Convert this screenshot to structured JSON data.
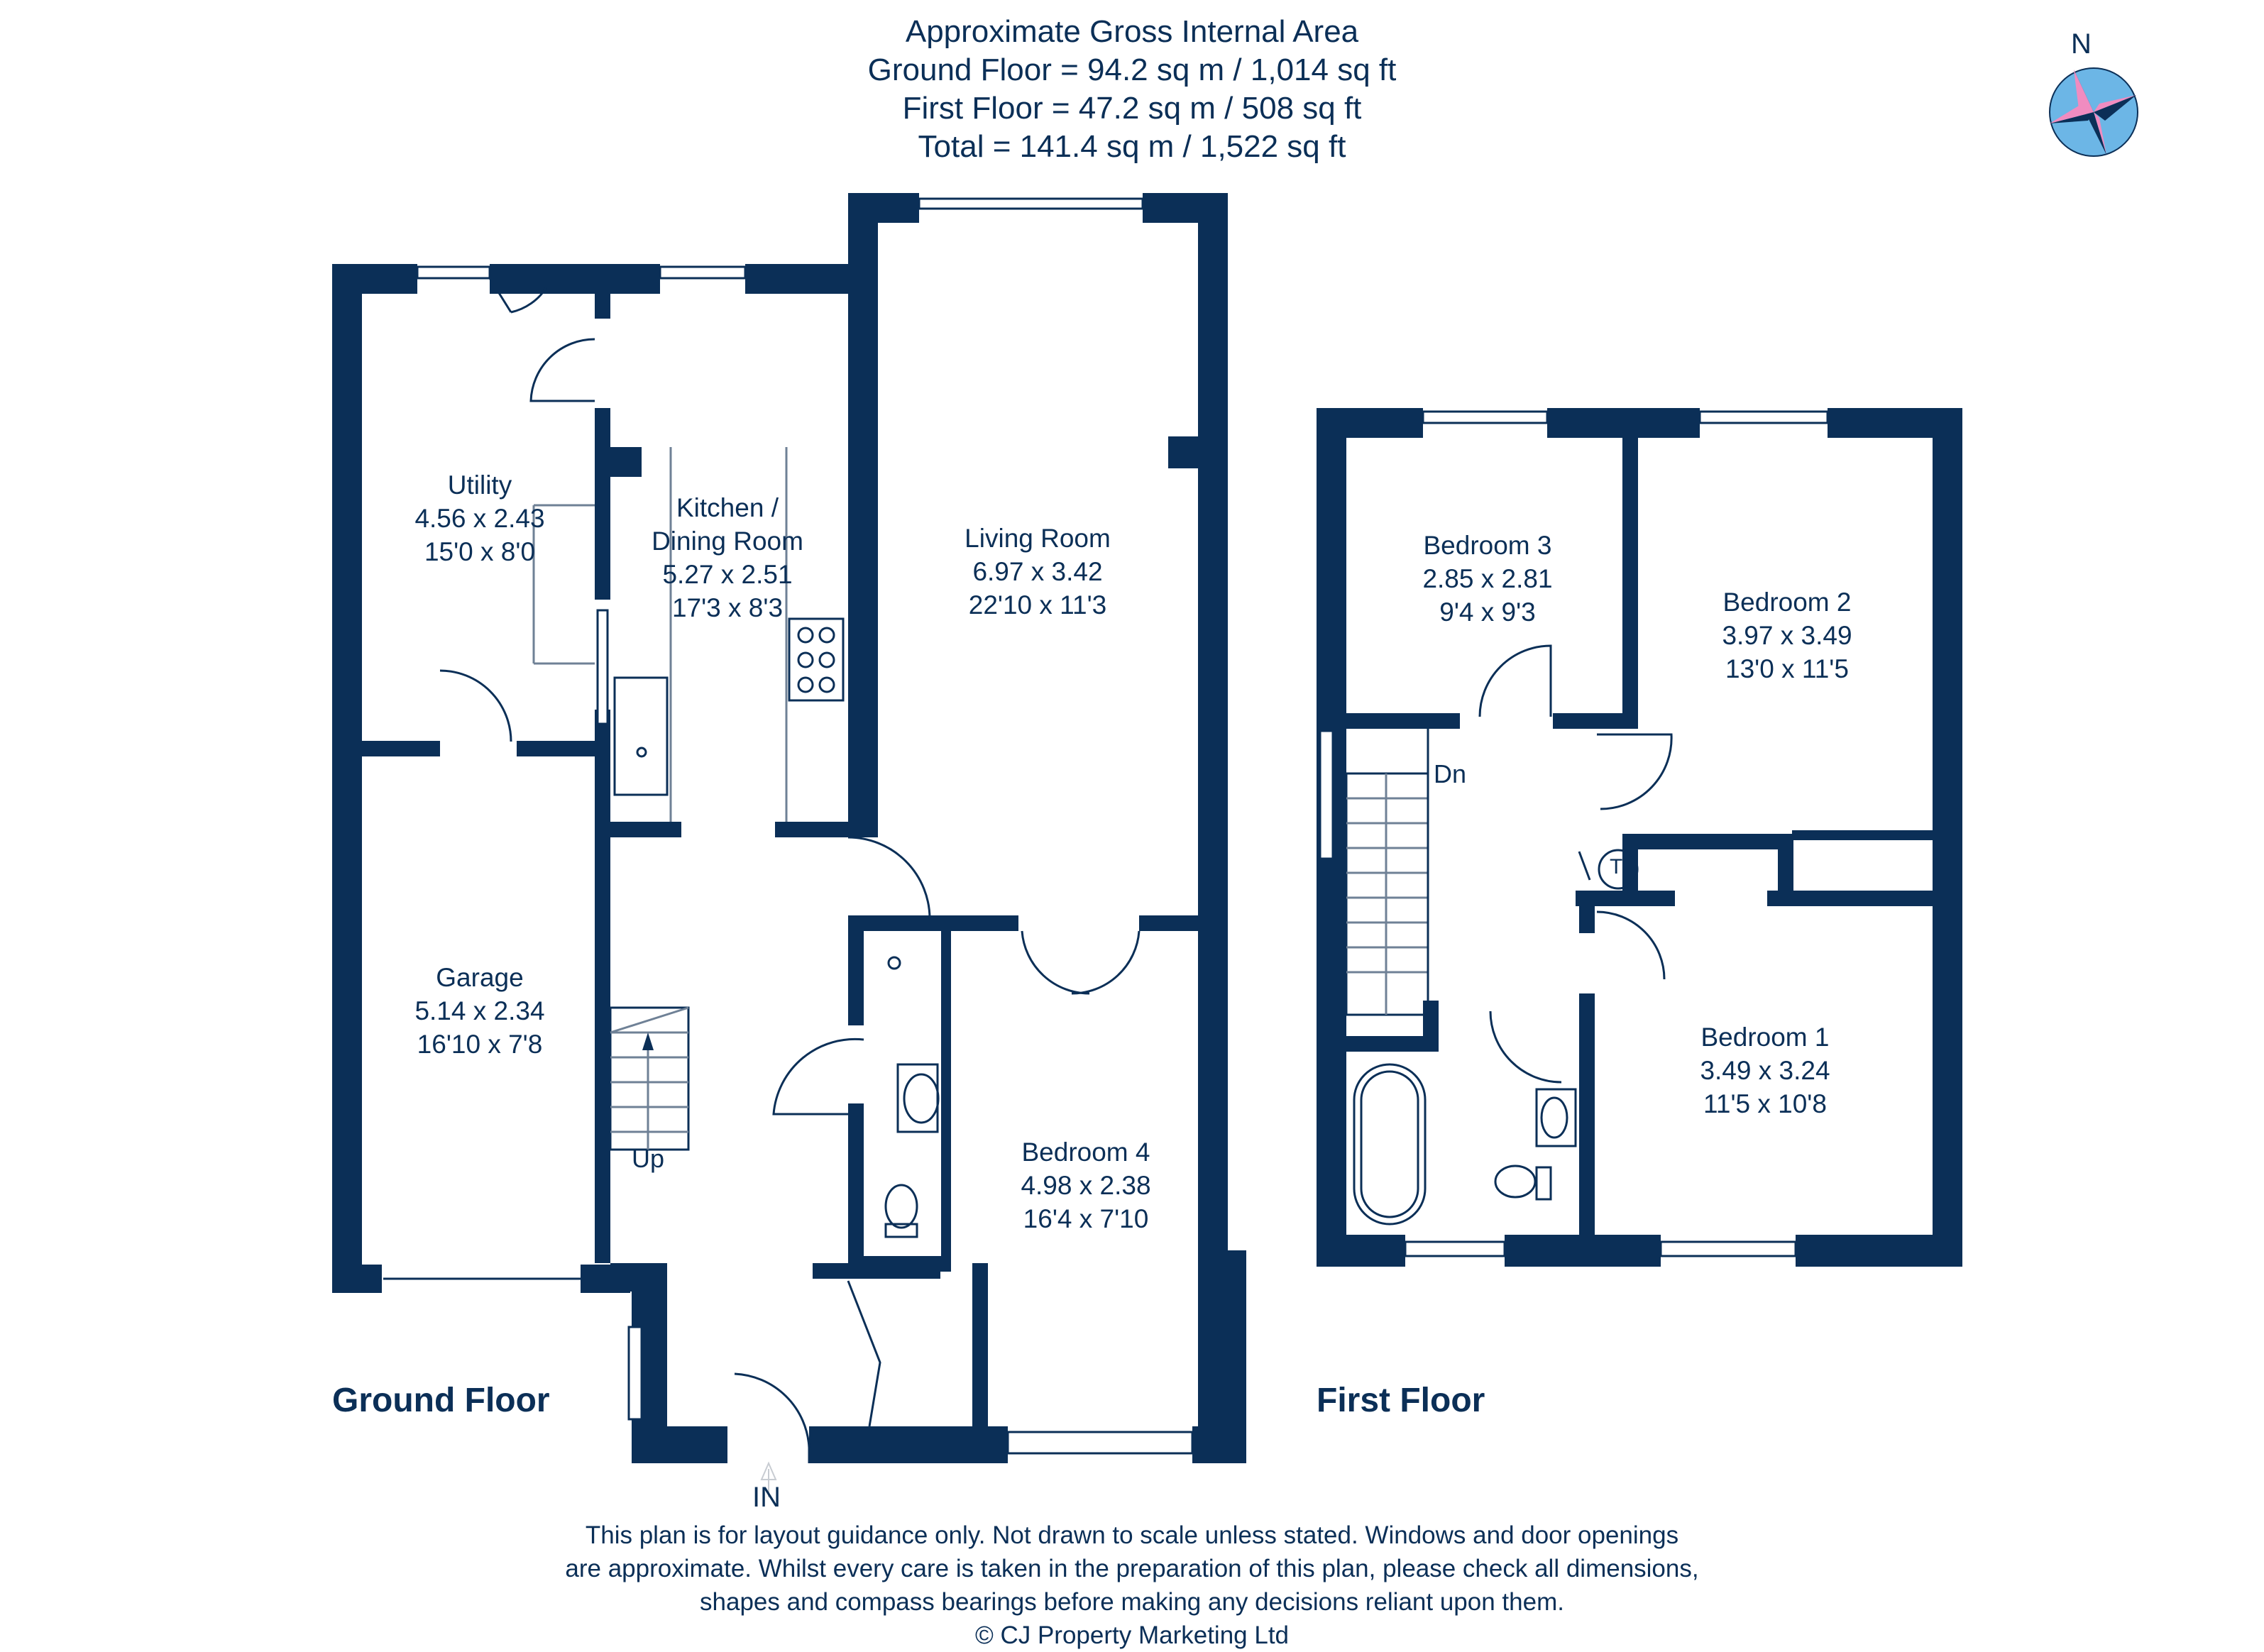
{
  "header": {
    "title": "Approximate Gross Internal Area",
    "ground_floor_area": "Ground Floor = 94.2 sq m / 1,014 sq ft",
    "first_floor_area": "First Floor = 47.2 sq m / 508 sq ft",
    "total_area": "Total = 141.4 sq m / 1,522 sq ft"
  },
  "compass": {
    "north_label": "N",
    "icon": "compass-rose-icon",
    "colors": {
      "circle": "#6cb6e6",
      "dark": "#0b2f57",
      "pink": "#f08cc0"
    }
  },
  "floors": {
    "ground": {
      "label": "Ground Floor",
      "rooms": [
        {
          "name": "Utility",
          "metric": "4.56 x 2.43",
          "imperial": "15'0 x 8'0"
        },
        {
          "name": "Kitchen /",
          "name2": "Dining Room",
          "metric": "5.27 x 2.51",
          "imperial": "17'3 x 8'3"
        },
        {
          "name": "Living Room",
          "metric": "6.97 x 3.42",
          "imperial": "22'10 x 11'3"
        },
        {
          "name": "Garage",
          "metric": "5.14 x 2.34",
          "imperial": "16'10 x 7'8"
        },
        {
          "name": "Bedroom 4",
          "metric": "4.98 x 2.38",
          "imperial": "16'4 x 7'10"
        }
      ],
      "stairs_label": "Up",
      "entrance_label": "IN"
    },
    "first": {
      "label": "First Floor",
      "rooms": [
        {
          "name": "Bedroom 3",
          "metric": "2.85 x 2.81",
          "imperial": "9'4 x 9'3"
        },
        {
          "name": "Bedroom 2",
          "metric": "3.97 x 3.49",
          "imperial": "13'0 x 11'5"
        },
        {
          "name": "Bedroom 1",
          "metric": "3.49 x 3.24",
          "imperial": "11'5 x 10'8"
        }
      ],
      "stairs_label": "Dn",
      "tank_label": "T"
    }
  },
  "footer": {
    "line1": "This plan is for layout guidance only. Not drawn to scale unless stated. Windows and door openings",
    "line2": "are approximate. Whilst every care is taken in the preparation of this plan, please check all dimensions,",
    "line3": "shapes and compass bearings before making any decisions reliant upon them.",
    "copyright": "© CJ Property Marketing Ltd"
  },
  "colors": {
    "wall": "#0b2f57",
    "text": "#0b2f57",
    "fixture_line": "#6f8196",
    "background": "#ffffff"
  }
}
